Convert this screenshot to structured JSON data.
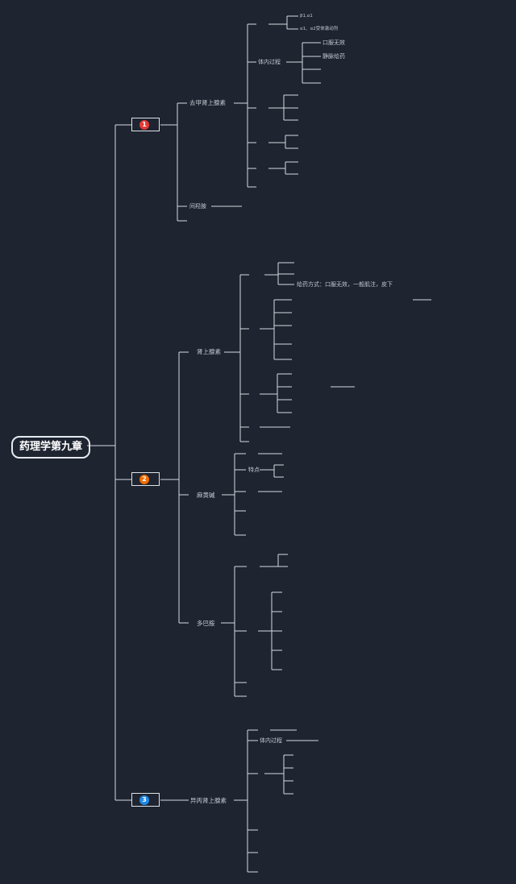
{
  "root": {
    "label": "药理学第九章"
  },
  "hubs": [
    {
      "num": "1",
      "color": "#e53935",
      "tail": ""
    },
    {
      "num": "2",
      "color": "#ef6c00",
      "tail": ""
    },
    {
      "num": "3",
      "color": "#1e88e5",
      "tail": ""
    }
  ],
  "b1": {
    "title": "去甲肾上腺素",
    "s1": {
      "label": "",
      "items": [
        "β1,α1",
        "α1、α2受体激动剂"
      ]
    },
    "s2": {
      "label": "体内过程",
      "items": [
        "口服无效",
        "静脉给药",
        "",
        ""
      ]
    },
    "s3": {
      "label": "",
      "items": [
        "",
        "",
        ""
      ]
    },
    "s4": {
      "label": "",
      "items": [
        "",
        ""
      ]
    },
    "s5": {
      "label": "",
      "items": [
        ""
      ]
    },
    "s6": {
      "label": "间羟胺",
      "text": ""
    },
    "note": ""
  },
  "b2": {
    "s1": {
      "title": "肾上腺素",
      "a": {
        "label": "",
        "items": [
          "",
          "",
          "给药方式：口服无效，一般肌注，皮下"
        ]
      },
      "b": {
        "label": "",
        "items": [
          "",
          "",
          "",
          "",
          ""
        ]
      },
      "c": {
        "label": "",
        "items": [
          "",
          "",
          ""
        ]
      },
      "d": {
        "label": "",
        "items": [
          ""
        ]
      }
    },
    "s2": {
      "title": "麻黄碱",
      "a": {
        "label": "",
        "items": [
          ""
        ]
      },
      "b": {
        "label": "特点",
        "items": [
          "",
          ""
        ]
      },
      "c": {
        "label": "",
        "items": [
          "",
          "",
          "",
          ""
        ]
      }
    },
    "s3": {
      "title": "多巴胺",
      "a": {
        "label": "",
        "items": [
          "",
          ""
        ]
      },
      "b": {
        "label": "",
        "items": [
          "",
          "",
          "",
          "",
          ""
        ]
      },
      "c": {
        "items": [
          "",
          ""
        ]
      }
    }
  },
  "b3": {
    "title": "异丙肾上腺素",
    "a": {
      "label": "",
      "items": [
        ""
      ]
    },
    "b": {
      "label": "体内过程",
      "items": [
        ""
      ]
    },
    "c": {
      "label": "",
      "items": [
        "",
        "",
        "",
        ""
      ]
    },
    "d": {
      "items": [
        "",
        ""
      ]
    }
  }
}
